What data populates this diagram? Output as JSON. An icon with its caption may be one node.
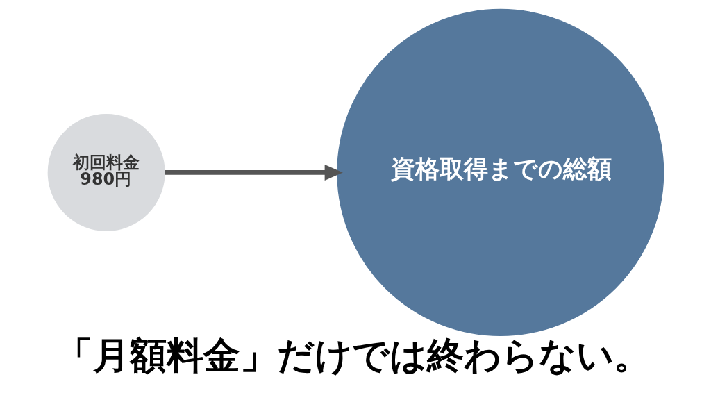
{
  "diagram": {
    "caption": "「月額料金」だけでは終わらない。",
    "nodes": [
      {
        "text": [
          "初回料金",
          "980円"
        ]
      },
      {
        "text": [
          "資格取得までの総額"
        ]
      }
    ],
    "edges": [
      {
        "from": 0,
        "to": 1,
        "arrow": "to"
      }
    ]
  }
}
